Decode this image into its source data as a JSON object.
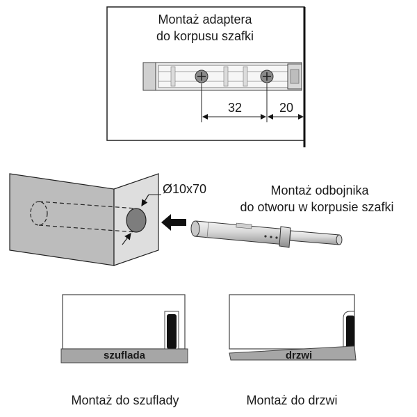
{
  "adapter_section": {
    "title_line1": "Montaż adaptera",
    "title_line2": "do korpusu szafki",
    "dimension_a": "32",
    "dimension_b": "20"
  },
  "bumper_section": {
    "hole_label": "Ø10x70",
    "title_line1": "Montaż odbojnika",
    "title_line2": "do otworu w korpusie szafki"
  },
  "drawer_section": {
    "plate_label": "szuflada",
    "caption": "Montaż do szuflady"
  },
  "door_section": {
    "plate_label": "drzwi",
    "caption": "Montaż do drzwi"
  }
}
